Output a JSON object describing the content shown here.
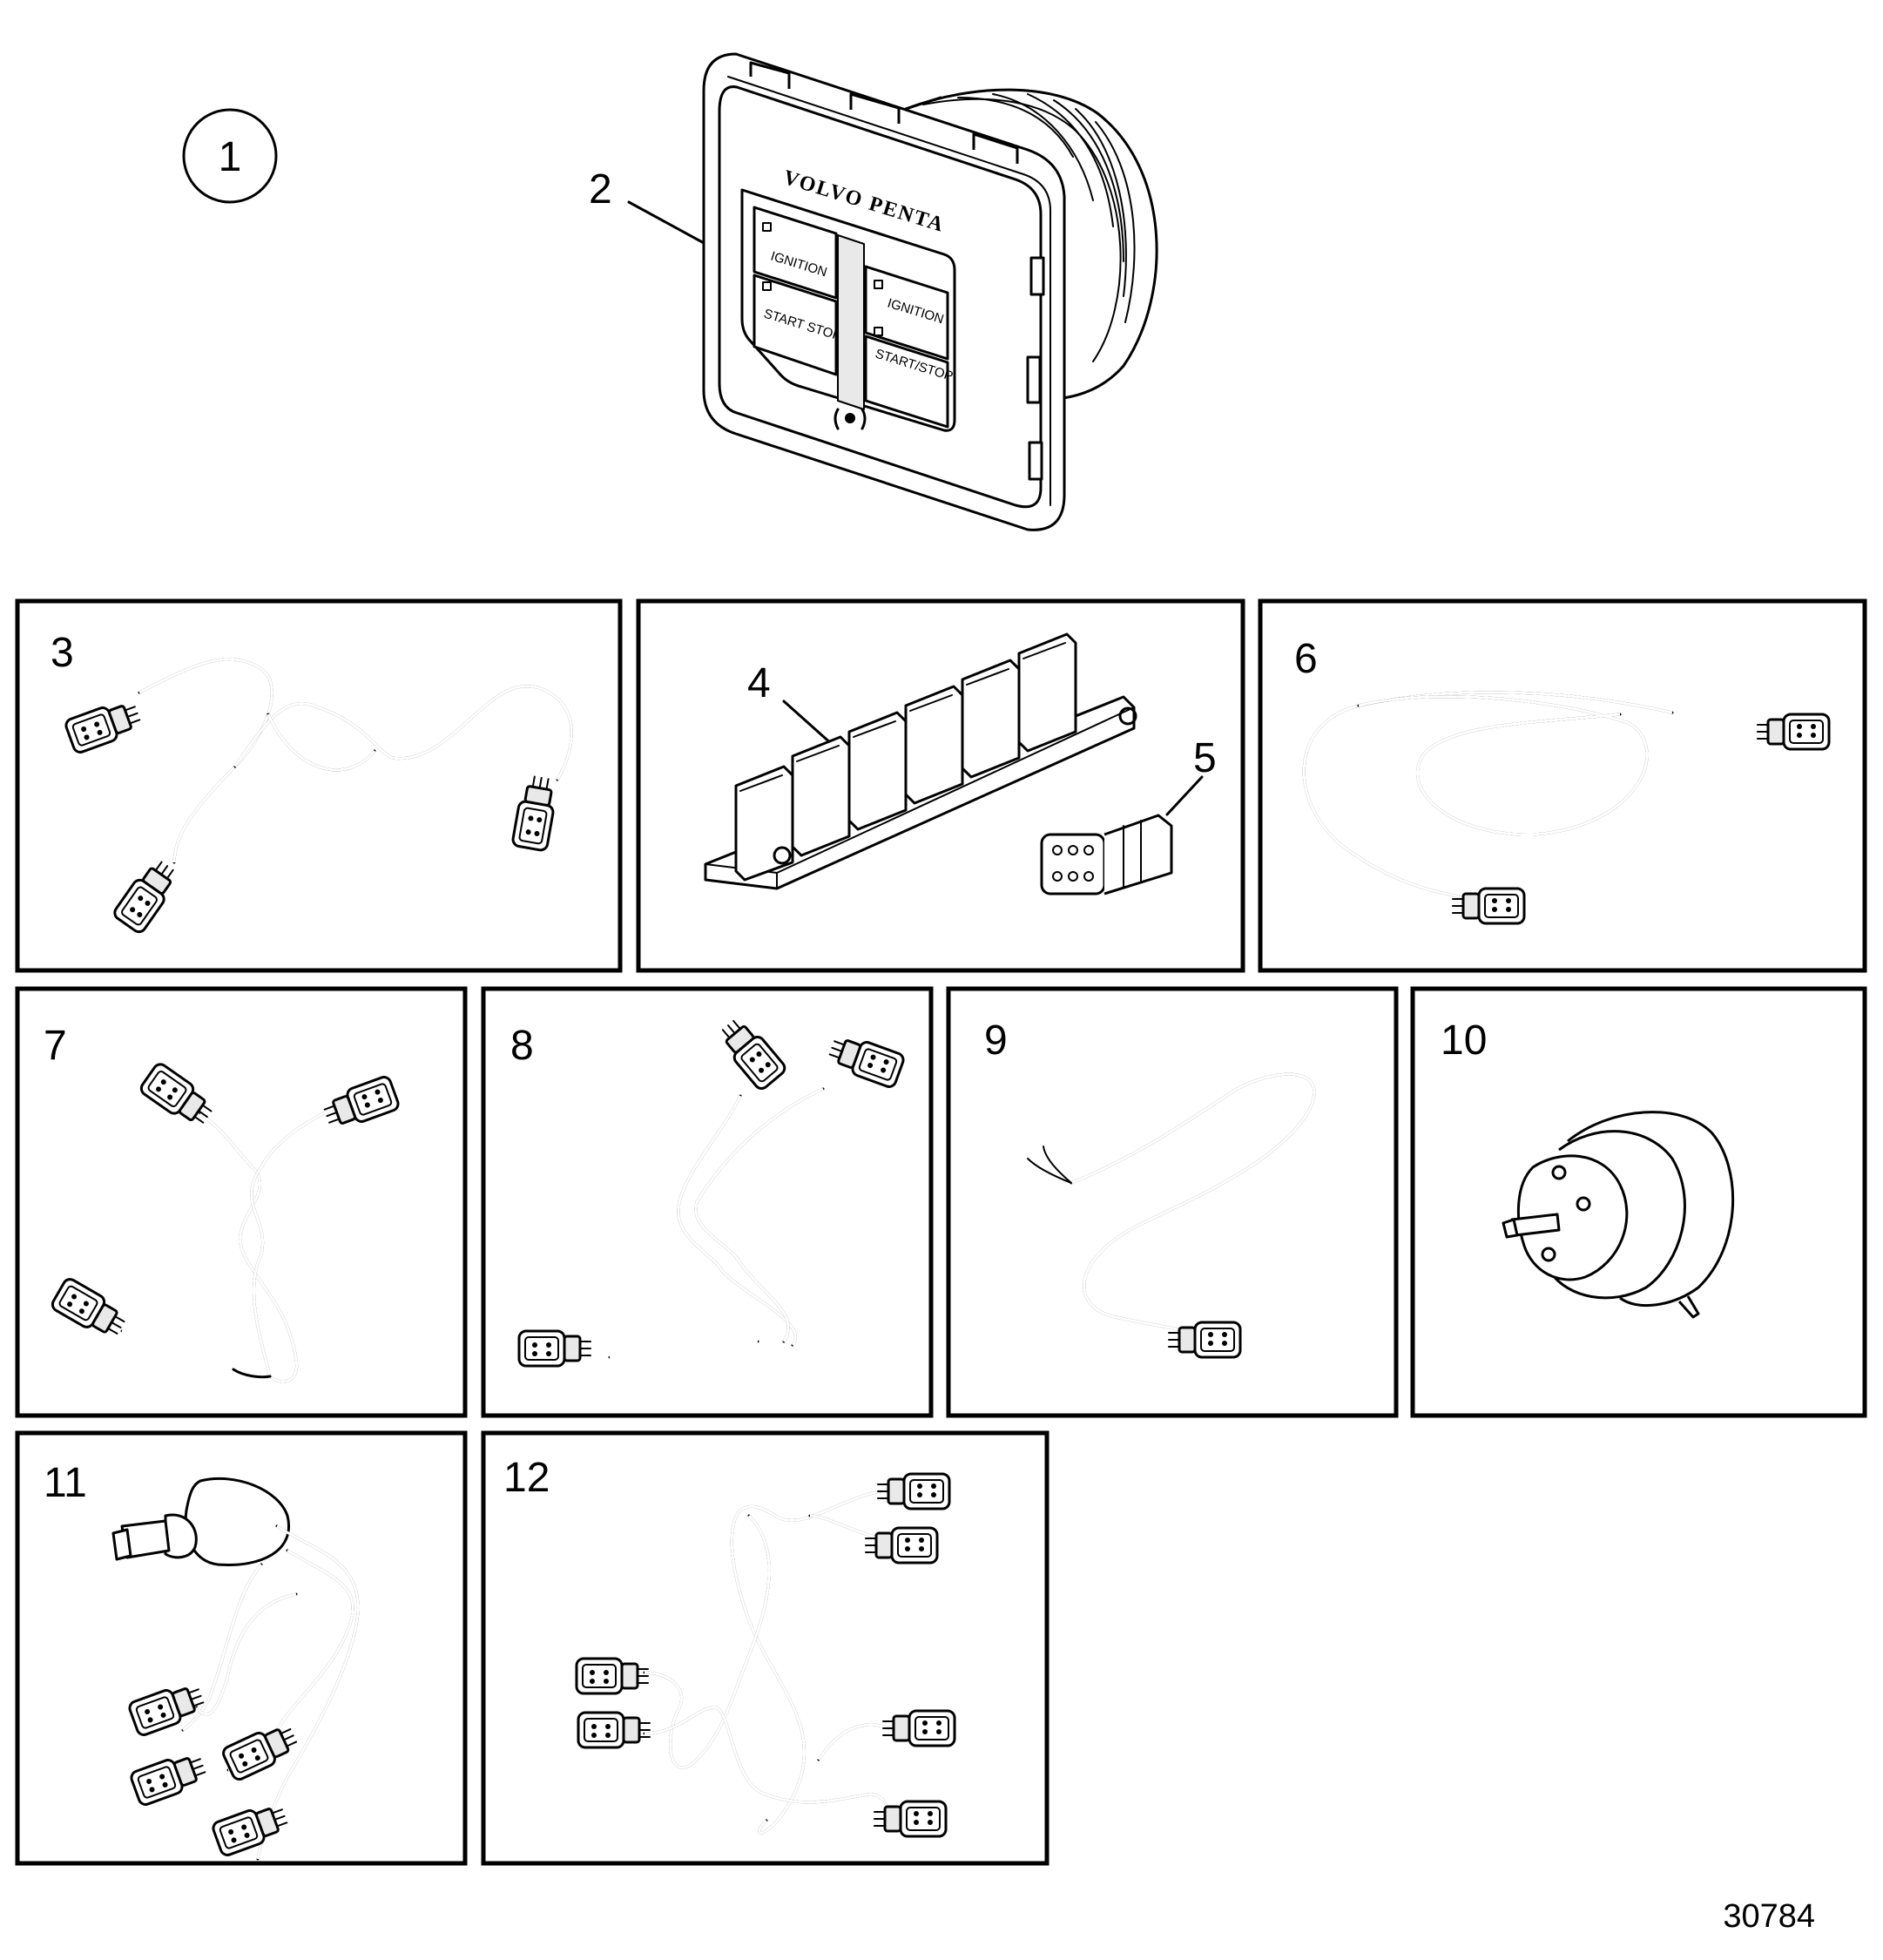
{
  "labels": {
    "item_1": "1",
    "item_2": "2",
    "item_3": "3",
    "item_4": "4",
    "item_5": "5",
    "item_6": "6",
    "item_7": "7",
    "item_8": "8",
    "item_9": "9",
    "item_10": "10",
    "item_11": "11",
    "item_12": "12"
  },
  "panel": {
    "brand": "VOLVO PENTA",
    "btn_ignition_left": "IGNITION",
    "btn_startstop_left": "START STOP",
    "btn_ignition_right": "IGNITION",
    "btn_startstop_right": "START/STOP"
  },
  "figure_number": "30784"
}
